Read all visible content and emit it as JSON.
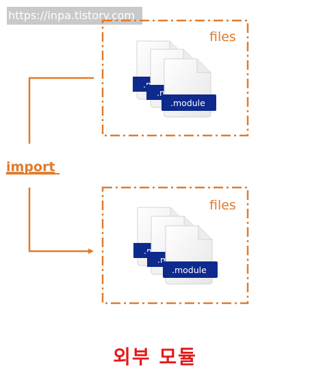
{
  "watermark": "https://inpa.tistory.com",
  "top_box": {
    "label": "files",
    "file_label": ".module",
    "file_label_partial": ".m"
  },
  "bottom_box": {
    "label": "files",
    "file_label": ".module",
    "file_label_partial": ".m"
  },
  "connector_label": "import",
  "caption": "외부 모듈",
  "colors": {
    "accent": "#e07a2b",
    "badge": "#0d2a8c",
    "caption": "#e31a1a"
  }
}
